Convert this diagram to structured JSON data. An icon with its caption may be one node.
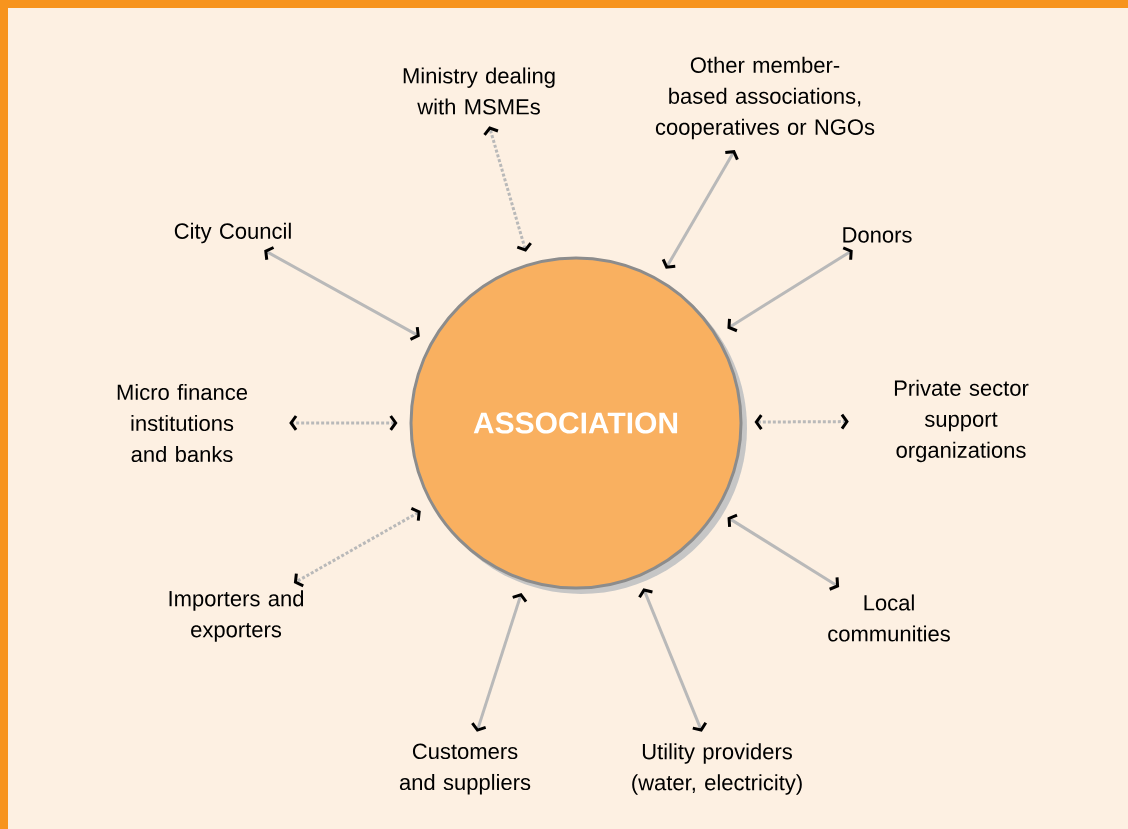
{
  "diagram": {
    "nodes": [
      {
        "text": [
          "ASSOCIATION"
        ]
      },
      {
        "text": [
          "Ministry dealing with MSMEs"
        ]
      },
      {
        "text": [
          "Other member-based associations, cooperatives or NGOs"
        ]
      },
      {
        "text": [
          "City Council"
        ]
      },
      {
        "text": [
          "Donors"
        ]
      },
      {
        "text": [
          "Micro finance institutions and banks"
        ]
      },
      {
        "text": [
          "Private sector support organizations"
        ]
      },
      {
        "text": [
          "Importers and exporters"
        ]
      },
      {
        "text": [
          "Local communities"
        ]
      },
      {
        "text": [
          "Customers and suppliers"
        ]
      },
      {
        "text": [
          "Utility providers (water, electricity)"
        ]
      }
    ],
    "edges": [
      {
        "from": 0,
        "to": 1,
        "arrow": "both",
        "style": "dashed"
      },
      {
        "from": 0,
        "to": 2,
        "arrow": "both"
      },
      {
        "from": 0,
        "to": 3,
        "arrow": "both"
      },
      {
        "from": 0,
        "to": 4,
        "arrow": "both"
      },
      {
        "from": 0,
        "to": 5,
        "arrow": "both",
        "style": "dashed"
      },
      {
        "from": 0,
        "to": 6,
        "arrow": "both",
        "style": "dashed"
      },
      {
        "from": 0,
        "to": 7,
        "arrow": "both",
        "style": "dashed"
      },
      {
        "from": 0,
        "to": 8,
        "arrow": "both"
      },
      {
        "from": 0,
        "to": 9,
        "arrow": "both"
      },
      {
        "from": 0,
        "to": 10,
        "arrow": "both"
      }
    ]
  }
}
